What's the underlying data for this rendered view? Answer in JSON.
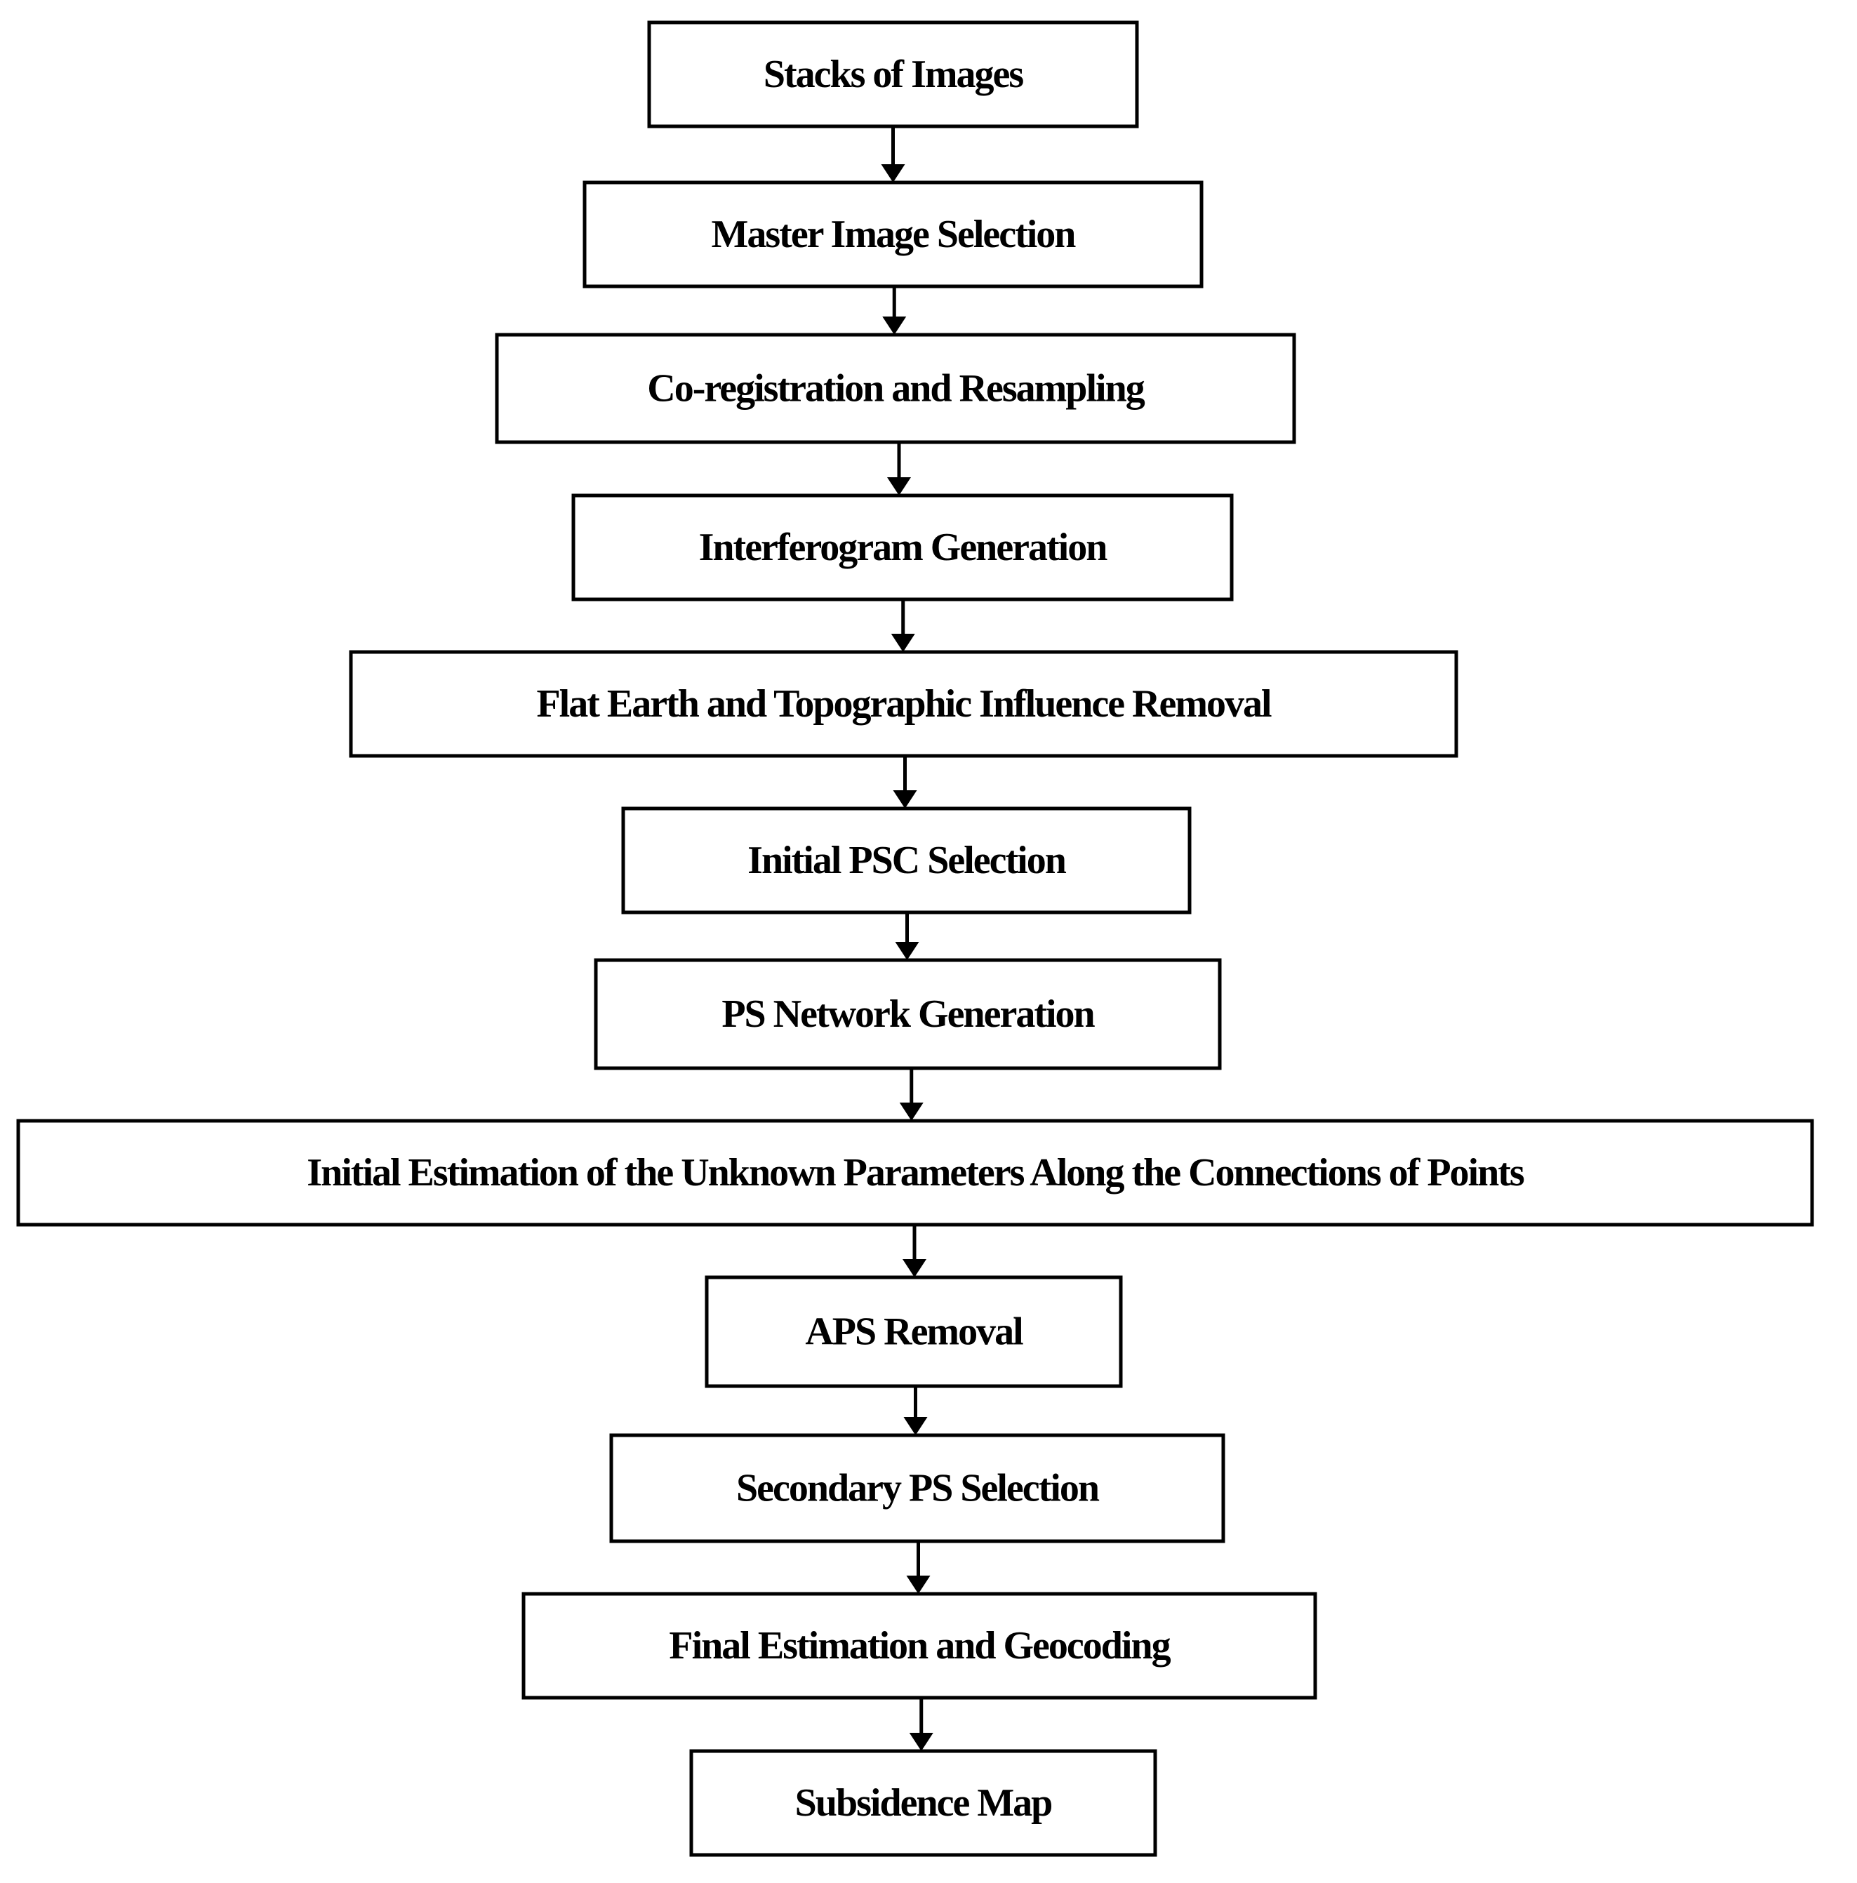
{
  "flowchart": {
    "steps": [
      {
        "label": "Stacks of Images"
      },
      {
        "label": "Master Image Selection"
      },
      {
        "label": "Co-registration and Resampling"
      },
      {
        "label": "Interferogram Generation"
      },
      {
        "label": "Flat Earth and Topographic Influence Removal"
      },
      {
        "label": "Initial PSC Selection"
      },
      {
        "label": "PS Network Generation"
      },
      {
        "label": "Initial Estimation of the Unknown Parameters Along the Connections of Points"
      },
      {
        "label": "APS Removal"
      },
      {
        "label": "Secondary PS Selection"
      },
      {
        "label": "Final Estimation and Geocoding"
      },
      {
        "label": "Subsidence Map"
      }
    ],
    "colors": {
      "stroke": "#000000",
      "fill": "#ffffff",
      "text": "#000000"
    }
  }
}
